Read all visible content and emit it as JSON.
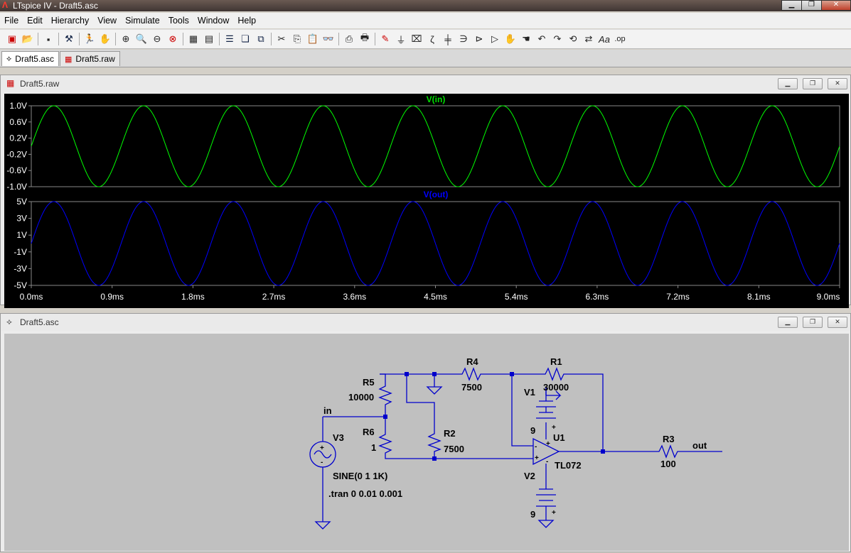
{
  "window": {
    "title": "LTspice IV - Draft5.asc",
    "minimize": "▁",
    "maximize": "❐",
    "close": "✕"
  },
  "menu": [
    "File",
    "Edit",
    "Hierarchy",
    "View",
    "Simulate",
    "Tools",
    "Window",
    "Help"
  ],
  "toolbar": {
    "icons": [
      "new-schematic-icon",
      "open-icon",
      "save-icon",
      "control-panel-icon",
      "run-icon",
      "halt-icon",
      "zoom-in-icon",
      "pan-icon",
      "zoom-out-icon",
      "zoom-cancel-icon",
      "autorange-icon",
      "mark-icon",
      "tile-horizontal-icon",
      "cascade-icon",
      "close-all-icon",
      "cut-icon",
      "copy-icon",
      "paste-icon",
      "find-icon",
      "print-setup-icon",
      "print-icon",
      "wire-icon",
      "ground-icon",
      "label-icon",
      "resistor-icon",
      "capacitor-icon",
      "inductor-icon",
      "diode-icon",
      "component-icon",
      "move-icon",
      "drag-icon",
      "undo-icon",
      "redo-icon",
      "rotate-icon",
      "mirror-icon",
      "text-icon",
      "spice-directive-icon"
    ],
    "text_label": "Aa",
    "op_label": ".op"
  },
  "tabs": [
    {
      "label": "Draft5.asc",
      "active": true
    },
    {
      "label": "Draft5.raw",
      "active": false
    }
  ],
  "waveform_window": {
    "title": "Draft5.raw"
  },
  "schematic_window": {
    "title": "Draft5.asc"
  },
  "mdi_buttons": {
    "minimize": "▁",
    "restore": "❐",
    "close": "✕"
  },
  "chart_data": [
    {
      "type": "line",
      "title": "V(in)",
      "series": [
        {
          "name": "V(in)",
          "color": "#00ff00",
          "amplitude": 1.0,
          "frequency_hz": 1000,
          "phase": "sine"
        }
      ],
      "xlim": [
        0,
        9.0
      ],
      "ylim": [
        -1.0,
        1.0
      ],
      "y_ticks": [
        "1.0V",
        "0.6V",
        "0.2V",
        "-0.2V",
        "-0.6V",
        "-1.0V"
      ],
      "y_tick_values": [
        1.0,
        0.6,
        0.2,
        -0.2,
        -0.6,
        -1.0
      ],
      "grid": false
    },
    {
      "type": "line",
      "title": "V(out)",
      "series": [
        {
          "name": "V(out)",
          "color": "#0000ff",
          "amplitude": 5.0,
          "frequency_hz": 1000,
          "phase": "sine"
        }
      ],
      "xlim": [
        0,
        9.0
      ],
      "ylim": [
        -5,
        5
      ],
      "y_ticks": [
        "5V",
        "3V",
        "1V",
        "-1V",
        "-3V",
        "-5V"
      ],
      "y_tick_values": [
        5,
        3,
        1,
        -1,
        -3,
        -5
      ],
      "x_ticks": [
        "0.0ms",
        "0.9ms",
        "1.8ms",
        "2.7ms",
        "3.6ms",
        "4.5ms",
        "5.4ms",
        "6.3ms",
        "7.2ms",
        "8.1ms",
        "9.0ms"
      ],
      "x_tick_values": [
        0,
        0.9,
        1.8,
        2.7,
        3.6,
        4.5,
        5.4,
        6.3,
        7.2,
        8.1,
        9.0
      ],
      "grid": false
    }
  ],
  "schematic": {
    "R5": {
      "name": "R5",
      "value": "10000"
    },
    "R6": {
      "name": "R6",
      "value": "1"
    },
    "R4": {
      "name": "R4",
      "value": "7500"
    },
    "R1": {
      "name": "R1",
      "value": "30000"
    },
    "R2": {
      "name": "R2",
      "value": "7500"
    },
    "R3": {
      "name": "R3",
      "value": "100"
    },
    "V1": {
      "name": "V1",
      "value": "9"
    },
    "V2": {
      "name": "V2",
      "value": "9"
    },
    "V3": {
      "name": "V3",
      "value": "SINE(0 1 1K)"
    },
    "U1": {
      "name": "U1",
      "value": "TL072"
    },
    "net_in": "in",
    "net_out": "out",
    "directive": ".tran 0 0.01 0.001",
    "plus": "+",
    "minus": "-"
  }
}
